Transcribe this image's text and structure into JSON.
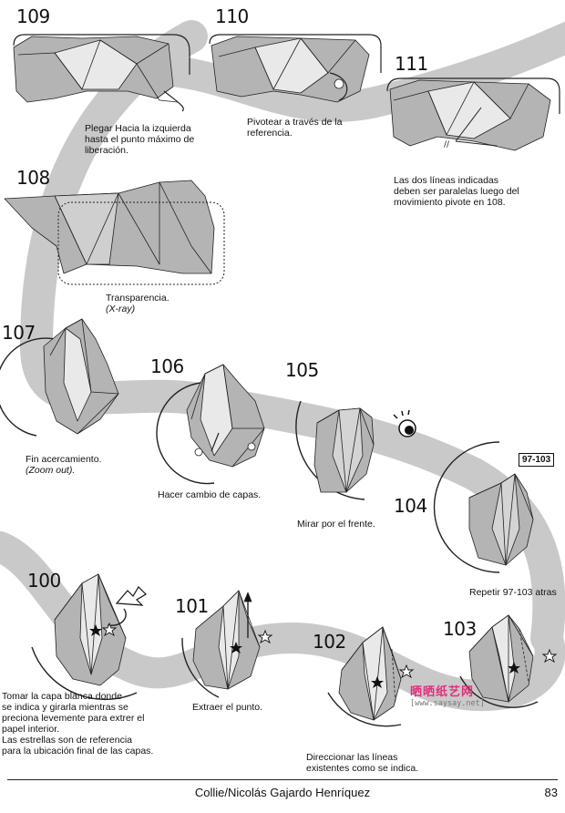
{
  "steps": {
    "s109": {
      "number": "109",
      "caption": [
        "Plegar Hacia la izquierda",
        "hasta el punto máximo de",
        "liberación."
      ]
    },
    "s110": {
      "number": "110",
      "caption": [
        "Pivotear a través de la",
        "referencia."
      ]
    },
    "s111": {
      "number": "111",
      "caption": [
        "Las dos líneas indicadas",
        "deben ser paralelas luego del",
        "movimiento pivote en 108."
      ]
    },
    "s108": {
      "number": "108",
      "caption": [
        "Transparencia.",
        "(X-ray)"
      ]
    },
    "s107": {
      "number": "107",
      "caption": [
        "Fin acercamiento.",
        "(Zoom out)."
      ]
    },
    "s106": {
      "number": "106",
      "caption": [
        "Hacer cambio de capas."
      ]
    },
    "s105": {
      "number": "105",
      "caption": [
        "Mirar por el frente."
      ]
    },
    "s104": {
      "number": "104",
      "caption": [
        "Repetir 97-103 atras"
      ],
      "reference_box": "97-103"
    },
    "s100": {
      "number": "100",
      "caption": [
        "Tomar la capa blanca donde",
        "se indica y girarla mientras se",
        "preciona levemente para extrer el",
        "papel interior.",
        "Las estrellas son de referencia",
        "para la ubicación final de las capas."
      ]
    },
    "s101": {
      "number": "101",
      "caption": [
        "Extraer el punto."
      ]
    },
    "s102": {
      "number": "102",
      "caption": [
        "Direccionar las líneas",
        "existentes como se indica."
      ]
    },
    "s103": {
      "number": "103",
      "caption": []
    }
  },
  "watermark": {
    "title": "晒晒纸艺网",
    "url": "[www.saysay.net]"
  },
  "footer": {
    "credit": "Collie/Nicolás Gajardo Henríquez",
    "page_number": "83"
  },
  "colors": {
    "path_band": "#c9c9c9",
    "paper_fill": "#b4b4b4",
    "paper_light": "#e9e9e9",
    "ink": "#111111",
    "watermark": "#e0317e"
  },
  "icons": [
    "eye-icon",
    "star-filled-icon",
    "star-outline-icon",
    "arrow-icon"
  ]
}
